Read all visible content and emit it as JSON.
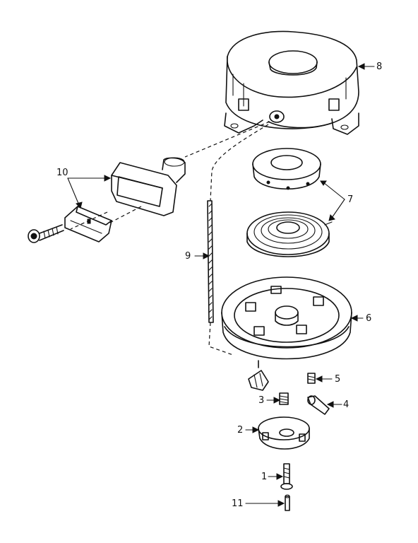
{
  "parts": [
    {
      "id": "part-1",
      "number": "1"
    },
    {
      "id": "part-2",
      "number": "2"
    },
    {
      "id": "part-3",
      "number": "3"
    },
    {
      "id": "part-4",
      "number": "4"
    },
    {
      "id": "part-5",
      "number": "5"
    },
    {
      "id": "part-6",
      "number": "6"
    },
    {
      "id": "part-7",
      "number": "7"
    },
    {
      "id": "part-8",
      "number": "8"
    },
    {
      "id": "part-9",
      "number": "9"
    },
    {
      "id": "part-10",
      "number": "10"
    },
    {
      "id": "part-11",
      "number": "11"
    }
  ],
  "colors": {
    "ink": "#111111",
    "paper": "#ffffff"
  }
}
